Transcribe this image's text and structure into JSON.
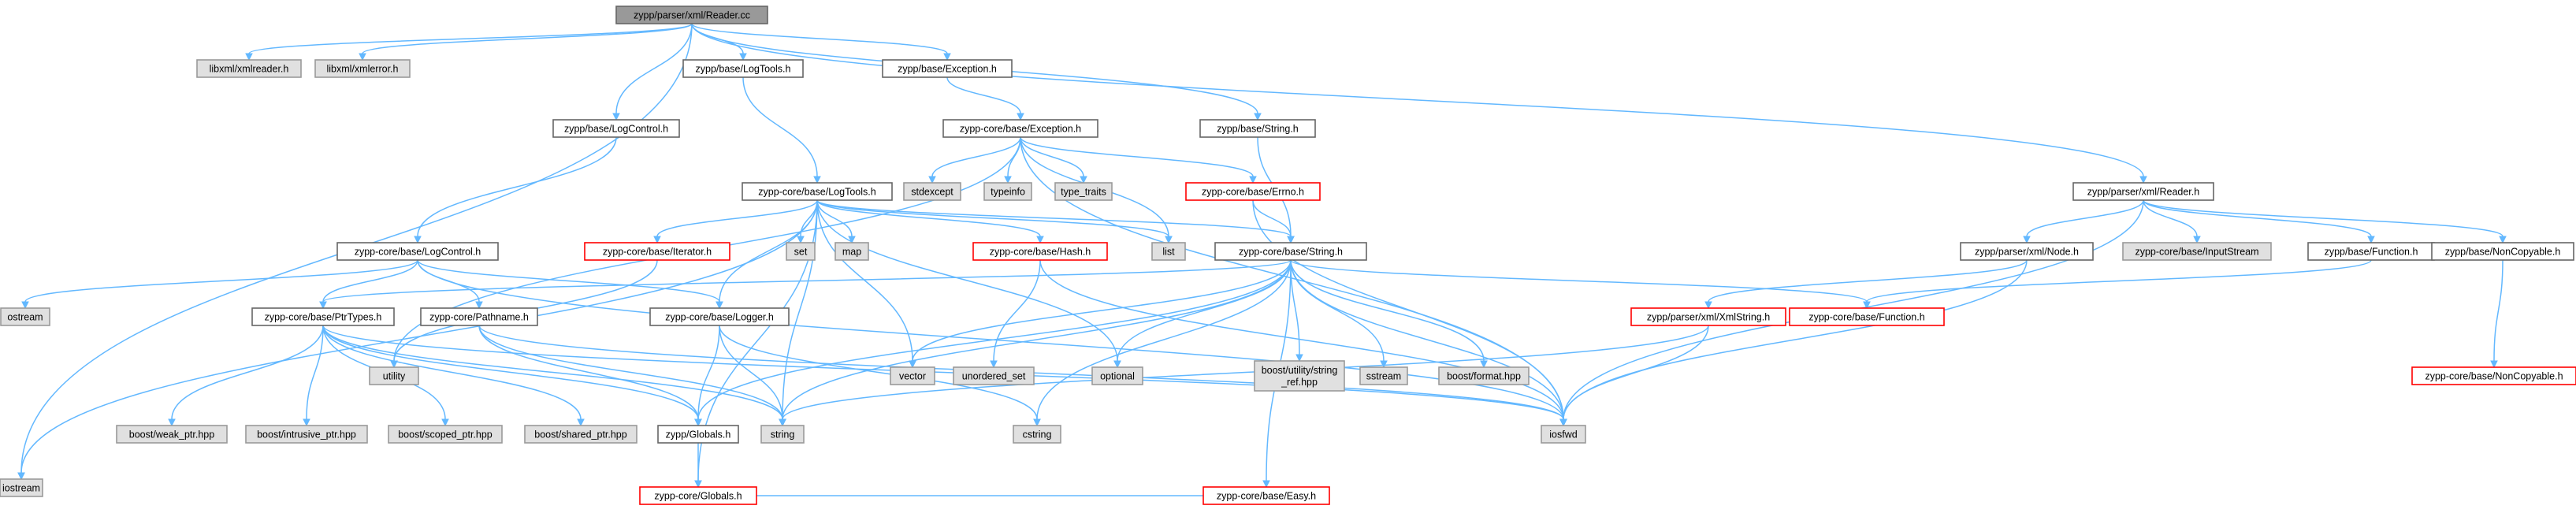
{
  "colors": {
    "edge": "#63b8ff",
    "root_fill": "#999999",
    "documented_stroke": "#666666",
    "documented_fill": "#ffffff",
    "external_fill": "#e0e0e0",
    "external_stroke": "#999999",
    "truncated_stroke": "#ff0000"
  },
  "nodes": [
    {
      "id": "root",
      "lines": [
        "zypp/parser/xml/Reader.cc"
      ],
      "kind": "root"
    },
    {
      "id": "xmlreader",
      "lines": [
        "libxml/xmlreader.h"
      ],
      "kind": "external"
    },
    {
      "id": "xmlerror",
      "lines": [
        "libxml/xmlerror.h"
      ],
      "kind": "external"
    },
    {
      "id": "iostream",
      "lines": [
        "iostream"
      ],
      "kind": "external"
    },
    {
      "id": "logcontrol",
      "lines": [
        "zypp/base/LogControl.h"
      ],
      "kind": "documented"
    },
    {
      "id": "logtools",
      "lines": [
        "zypp/base/LogTools.h"
      ],
      "kind": "documented"
    },
    {
      "id": "exception",
      "lines": [
        "zypp/base/Exception.h"
      ],
      "kind": "documented"
    },
    {
      "id": "string",
      "lines": [
        "zypp/base/String.h"
      ],
      "kind": "documented"
    },
    {
      "id": "readerh",
      "lines": [
        "zypp/parser/xml/Reader.h"
      ],
      "kind": "documented"
    },
    {
      "id": "corelogcontrol",
      "lines": [
        "zypp-core/base/LogControl.h"
      ],
      "kind": "documented"
    },
    {
      "id": "corelogtools",
      "lines": [
        "zypp-core/base/LogTools.h"
      ],
      "kind": "documented"
    },
    {
      "id": "coreexception",
      "lines": [
        "zypp-core/base/Exception.h"
      ],
      "kind": "documented"
    },
    {
      "id": "corestring",
      "lines": [
        "zypp-core/base/String.h"
      ],
      "kind": "documented"
    },
    {
      "id": "stdexcept",
      "lines": [
        "stdexcept"
      ],
      "kind": "external"
    },
    {
      "id": "typeinfo",
      "lines": [
        "typeinfo"
      ],
      "kind": "external"
    },
    {
      "id": "typetraits",
      "lines": [
        "type_traits"
      ],
      "kind": "external"
    },
    {
      "id": "list",
      "lines": [
        "list"
      ],
      "kind": "external"
    },
    {
      "id": "set",
      "lines": [
        "set"
      ],
      "kind": "external"
    },
    {
      "id": "map",
      "lines": [
        "map"
      ],
      "kind": "external"
    },
    {
      "id": "iterator",
      "lines": [
        "zypp-core/base/Iterator.h"
      ],
      "kind": "truncated"
    },
    {
      "id": "hash",
      "lines": [
        "zypp-core/base/Hash.h"
      ],
      "kind": "truncated"
    },
    {
      "id": "errno",
      "lines": [
        "zypp-core/base/Errno.h"
      ],
      "kind": "truncated"
    },
    {
      "id": "ostream",
      "lines": [
        "ostream"
      ],
      "kind": "external"
    },
    {
      "id": "ptrtypes",
      "lines": [
        "zypp-core/base/PtrTypes.h"
      ],
      "kind": "documented"
    },
    {
      "id": "pathname",
      "lines": [
        "zypp-core/Pathname.h"
      ],
      "kind": "documented"
    },
    {
      "id": "utility",
      "lines": [
        "utility"
      ],
      "kind": "external"
    },
    {
      "id": "logger",
      "lines": [
        "zypp-core/base/Logger.h"
      ],
      "kind": "documented"
    },
    {
      "id": "unorderedset",
      "lines": [
        "unordered_set"
      ],
      "kind": "external"
    },
    {
      "id": "vector",
      "lines": [
        "vector"
      ],
      "kind": "external"
    },
    {
      "id": "optional",
      "lines": [
        "optional"
      ],
      "kind": "external"
    },
    {
      "id": "stringref",
      "lines": [
        "boost/utility/string",
        "_ref.hpp"
      ],
      "kind": "external"
    },
    {
      "id": "sstream",
      "lines": [
        "sstream"
      ],
      "kind": "external"
    },
    {
      "id": "format",
      "lines": [
        "boost/format.hpp"
      ],
      "kind": "external"
    },
    {
      "id": "weakptr",
      "lines": [
        "boost/weak_ptr.hpp"
      ],
      "kind": "external"
    },
    {
      "id": "intrusiveptr",
      "lines": [
        "boost/intrusive_ptr.hpp"
      ],
      "kind": "external"
    },
    {
      "id": "scopedptr",
      "lines": [
        "boost/scoped_ptr.hpp"
      ],
      "kind": "external"
    },
    {
      "id": "sharedptr",
      "lines": [
        "boost/shared_ptr.hpp"
      ],
      "kind": "external"
    },
    {
      "id": "zyppglobals",
      "lines": [
        "zypp/Globals.h"
      ],
      "kind": "documented"
    },
    {
      "id": "stdstring",
      "lines": [
        "string"
      ],
      "kind": "external"
    },
    {
      "id": "cstring",
      "lines": [
        "cstring"
      ],
      "kind": "external"
    },
    {
      "id": "iosfwd",
      "lines": [
        "iosfwd"
      ],
      "kind": "external"
    },
    {
      "id": "coreglobals",
      "lines": [
        "zypp-core/Globals.h"
      ],
      "kind": "truncated"
    },
    {
      "id": "easy",
      "lines": [
        "zypp-core/base/Easy.h"
      ],
      "kind": "truncated"
    },
    {
      "id": "nodeh",
      "lines": [
        "zypp/parser/xml/Node.h"
      ],
      "kind": "documented"
    },
    {
      "id": "inputstream",
      "lines": [
        "zypp-core/base/InputStream"
      ],
      "kind": "external"
    },
    {
      "id": "function",
      "lines": [
        "zypp/base/Function.h"
      ],
      "kind": "documented"
    },
    {
      "id": "noncopyable",
      "lines": [
        "zypp/base/NonCopyable.h"
      ],
      "kind": "documented"
    },
    {
      "id": "xmlstring",
      "lines": [
        "zypp/parser/xml/XmlString.h"
      ],
      "kind": "truncated"
    },
    {
      "id": "corefunction",
      "lines": [
        "zypp-core/base/Function.h"
      ],
      "kind": "truncated"
    },
    {
      "id": "corenoncopyable",
      "lines": [
        "zypp-core/base/NonCopyable.h"
      ],
      "kind": "truncated"
    }
  ],
  "edges": [
    [
      "root",
      "xmlreader"
    ],
    [
      "root",
      "xmlerror"
    ],
    [
      "root",
      "iostream"
    ],
    [
      "root",
      "logcontrol"
    ],
    [
      "root",
      "logtools"
    ],
    [
      "root",
      "exception"
    ],
    [
      "root",
      "string"
    ],
    [
      "root",
      "readerh"
    ],
    [
      "logcontrol",
      "corelogcontrol"
    ],
    [
      "logtools",
      "corelogtools"
    ],
    [
      "exception",
      "coreexception"
    ],
    [
      "string",
      "corestring"
    ],
    [
      "coreexception",
      "stdexcept"
    ],
    [
      "coreexception",
      "typeinfo"
    ],
    [
      "coreexception",
      "typetraits"
    ],
    [
      "coreexception",
      "list"
    ],
    [
      "coreexception",
      "errno"
    ],
    [
      "coreexception",
      "utility"
    ],
    [
      "coreexception",
      "iosfwd"
    ],
    [
      "corelogtools",
      "iostream"
    ],
    [
      "corelogtools",
      "set"
    ],
    [
      "corelogtools",
      "map"
    ],
    [
      "corelogtools",
      "list"
    ],
    [
      "corelogtools",
      "iterator"
    ],
    [
      "corelogtools",
      "hash"
    ],
    [
      "corelogtools",
      "corestring"
    ],
    [
      "corelogtools",
      "vector"
    ],
    [
      "corelogtools",
      "optional"
    ],
    [
      "corelogtools",
      "logger"
    ],
    [
      "corelogtools",
      "coreglobals"
    ],
    [
      "corelogtools",
      "stdstring"
    ],
    [
      "errno",
      "corestring"
    ],
    [
      "errno",
      "iosfwd"
    ],
    [
      "iterator",
      "utility"
    ],
    [
      "hash",
      "unorderedset"
    ],
    [
      "hash",
      "iosfwd"
    ],
    [
      "corelogcontrol",
      "ostream"
    ],
    [
      "corelogcontrol",
      "ptrtypes"
    ],
    [
      "corelogcontrol",
      "pathname"
    ],
    [
      "corelogcontrol",
      "logger"
    ],
    [
      "corelogcontrol",
      "iosfwd"
    ],
    [
      "corestring",
      "ptrtypes"
    ],
    [
      "corestring",
      "vector"
    ],
    [
      "corestring",
      "optional"
    ],
    [
      "corestring",
      "stringref"
    ],
    [
      "corestring",
      "sstream"
    ],
    [
      "corestring",
      "format"
    ],
    [
      "corestring",
      "iosfwd"
    ],
    [
      "corestring",
      "stdstring"
    ],
    [
      "corestring",
      "cstring"
    ],
    [
      "corestring",
      "zyppglobals"
    ],
    [
      "corestring",
      "easy"
    ],
    [
      "corestring",
      "corefunction"
    ],
    [
      "ptrtypes",
      "weakptr"
    ],
    [
      "ptrtypes",
      "intrusiveptr"
    ],
    [
      "ptrtypes",
      "scopedptr"
    ],
    [
      "ptrtypes",
      "sharedptr"
    ],
    [
      "ptrtypes",
      "iosfwd"
    ],
    [
      "ptrtypes",
      "stdstring"
    ],
    [
      "ptrtypes",
      "zyppglobals"
    ],
    [
      "pathname",
      "stdstring"
    ],
    [
      "pathname",
      "zyppglobals"
    ],
    [
      "pathname",
      "iosfwd"
    ],
    [
      "logger",
      "zyppglobals"
    ],
    [
      "logger",
      "stdstring"
    ],
    [
      "logger",
      "cstring"
    ],
    [
      "zyppglobals",
      "coreglobals"
    ],
    [
      "coreglobals",
      "easy"
    ],
    [
      "readerh",
      "nodeh"
    ],
    [
      "readerh",
      "inputstream"
    ],
    [
      "readerh",
      "function"
    ],
    [
      "readerh",
      "noncopyable"
    ],
    [
      "readerh",
      "iosfwd"
    ],
    [
      "nodeh",
      "xmlstring"
    ],
    [
      "nodeh",
      "iosfwd"
    ],
    [
      "xmlstring",
      "stdstring"
    ],
    [
      "xmlstring",
      "iosfwd"
    ],
    [
      "function",
      "corefunction"
    ],
    [
      "noncopyable",
      "corenoncopyable"
    ]
  ]
}
